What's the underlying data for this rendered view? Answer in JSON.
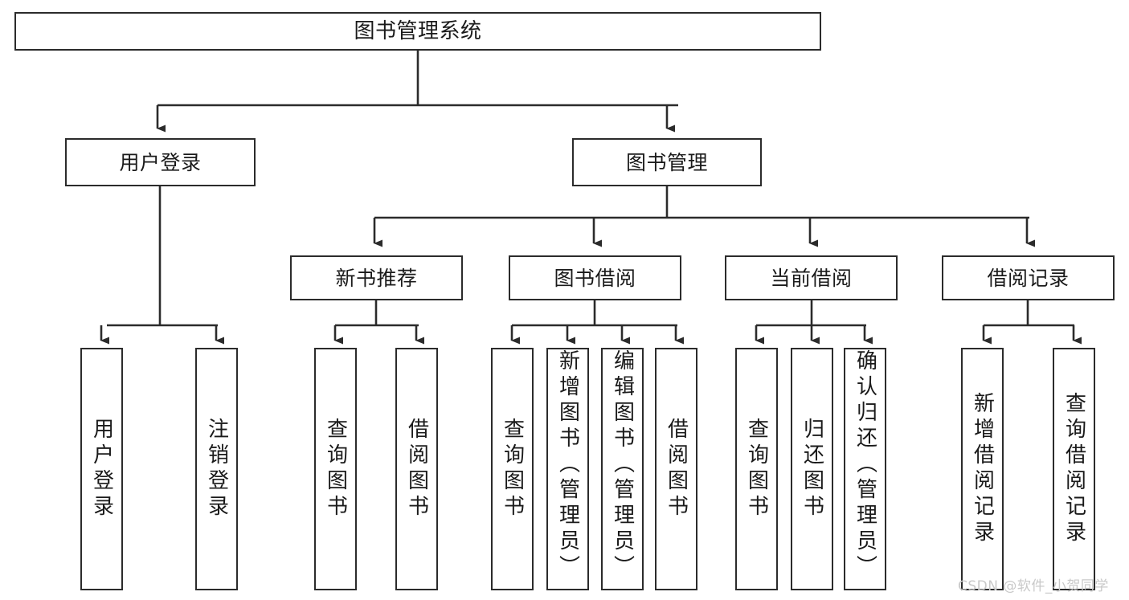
{
  "diagram": {
    "title": "图书管理系统",
    "type": "hierarchy-tree",
    "orientation": "top-down",
    "levels": 4,
    "colors": {
      "background": "#ffffff",
      "node_border": "#2b2b2b",
      "node_fill": "#ffffff",
      "edge": "#2b2b2b",
      "text": "#1a1a1a",
      "watermark": "#c9c9c9"
    },
    "nodes": {
      "root": {
        "label": "图书管理系统"
      },
      "level1": [
        {
          "id": "user-login",
          "label": "用户登录"
        },
        {
          "id": "book-manage",
          "label": "图书管理"
        }
      ],
      "level2": [
        {
          "id": "new-book-recommend",
          "label": "新书推荐",
          "parent": "book-manage"
        },
        {
          "id": "book-borrow",
          "label": "图书借阅",
          "parent": "book-manage"
        },
        {
          "id": "current-borrow",
          "label": "当前借阅",
          "parent": "book-manage"
        },
        {
          "id": "borrow-record",
          "label": "借阅记录",
          "parent": "book-manage"
        }
      ],
      "leaves": [
        {
          "id": "leaf-user-login",
          "label": "用户登录",
          "parent": "user-login"
        },
        {
          "id": "leaf-logout",
          "label": "注销登录",
          "parent": "user-login"
        },
        {
          "id": "leaf-query-book-1",
          "label": "查询图书",
          "parent": "new-book-recommend"
        },
        {
          "id": "leaf-borrow-book-1",
          "label": "借阅图书",
          "parent": "new-book-recommend"
        },
        {
          "id": "leaf-query-book-2",
          "label": "查询图书",
          "parent": "book-borrow"
        },
        {
          "id": "leaf-add-book",
          "label": "新增图书（管理员）",
          "parent": "book-borrow"
        },
        {
          "id": "leaf-edit-book",
          "label": "编辑图书（管理员）",
          "parent": "book-borrow"
        },
        {
          "id": "leaf-borrow-book-2",
          "label": "借阅图书",
          "parent": "book-borrow"
        },
        {
          "id": "leaf-query-book-3",
          "label": "查询图书",
          "parent": "current-borrow"
        },
        {
          "id": "leaf-return-book",
          "label": "归还图书",
          "parent": "current-borrow"
        },
        {
          "id": "leaf-confirm-return",
          "label": "确认归还（管理员）",
          "parent": "current-borrow"
        },
        {
          "id": "leaf-add-record",
          "label": "新增借阅记录",
          "parent": "borrow-record"
        },
        {
          "id": "leaf-query-record",
          "label": "查询借阅记录",
          "parent": "borrow-record"
        }
      ]
    }
  },
  "watermark": {
    "text": "CSDN @软件_小贺同学"
  }
}
